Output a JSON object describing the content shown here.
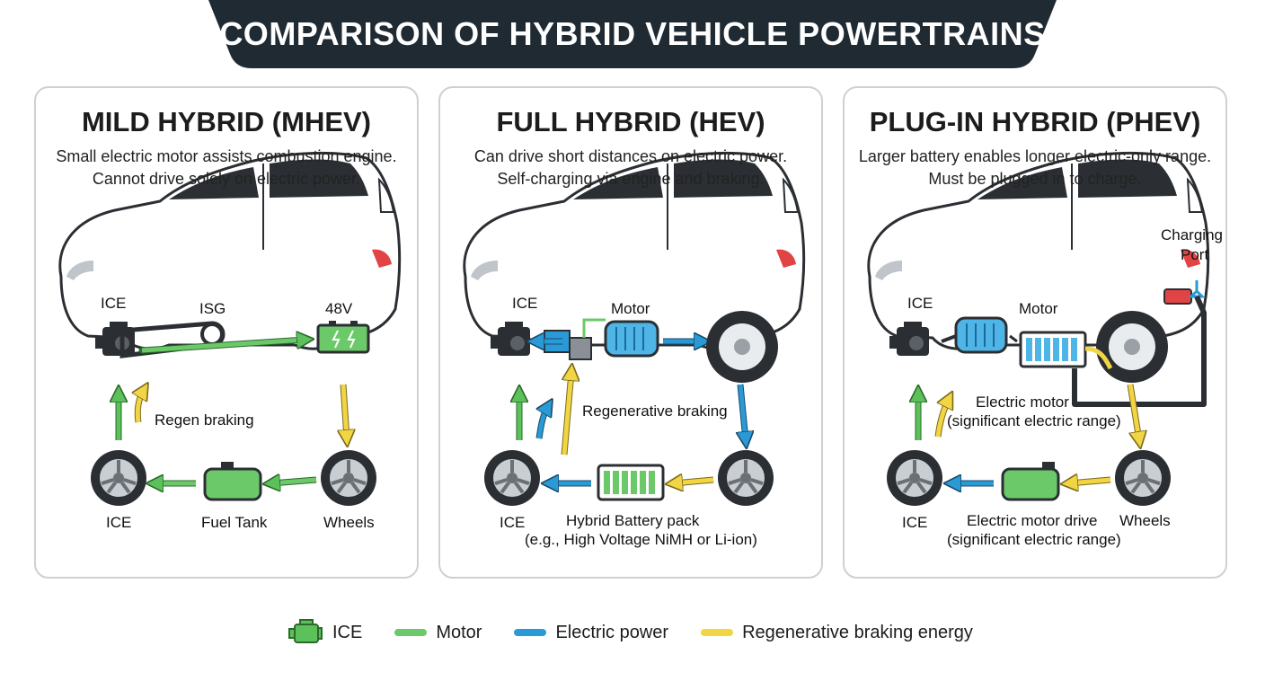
{
  "title": "COMPARISON OF HYBRID VEHICLE POWERTRAINS",
  "colors": {
    "banner": "#1f2a33",
    "ice_green": "#5cc15a",
    "motor_green": "#6cc96a",
    "electric_blue": "#2a9ad6",
    "regen_yellow": "#f2d544"
  },
  "panels": [
    {
      "title": "MILD HYBRID (MHEV)",
      "desc_line1": "Small electric motor assists combustion engine.",
      "desc_line2": "Cannot drive solely on electric power.",
      "labels": {
        "ice_top": "ICE",
        "isg": "ISG",
        "battery_48v": "48V",
        "regen": "Regen braking",
        "ice_bottom": "ICE",
        "fuel_tank": "Fuel Tank",
        "wheels": "Wheels"
      }
    },
    {
      "title": "FULL HYBRID (HEV)",
      "desc_line1": "Can drive short distances on electric power.",
      "desc_line2": "Self-charging via engine and braking.",
      "labels": {
        "ice_top": "ICE",
        "motor": "Motor",
        "regen": "Regenerative braking",
        "ice_bottom": "ICE",
        "battery_line1": "Hybrid Battery pack",
        "battery_line2": "(e.g., High Voltage NiMH or Li-ion)"
      }
    },
    {
      "title": "PLUG-IN HYBRID (PHEV)",
      "desc_line1": "Larger battery enables longer electric-only range.",
      "desc_line2": "Must be plugged in to charge.",
      "labels": {
        "charging_line1": "Charging",
        "charging_line2": "Port",
        "ice_top": "ICE",
        "motor": "Motor",
        "em_line1": "Electric motor",
        "em_line2": "(significant electric range)",
        "ice_bottom": "ICE",
        "drive_line1": "Electric motor drive",
        "drive_line2": "(significant electric range)",
        "wheels": "Wheels"
      }
    }
  ],
  "legend": [
    {
      "label": "ICE",
      "icon": "engine-icon",
      "color": "#5cc15a"
    },
    {
      "label": "Motor",
      "color": "#6cc96a"
    },
    {
      "label": "Electric power",
      "color": "#2a9ad6"
    },
    {
      "label": "Regenerative braking energy",
      "color": "#f2d544"
    }
  ]
}
